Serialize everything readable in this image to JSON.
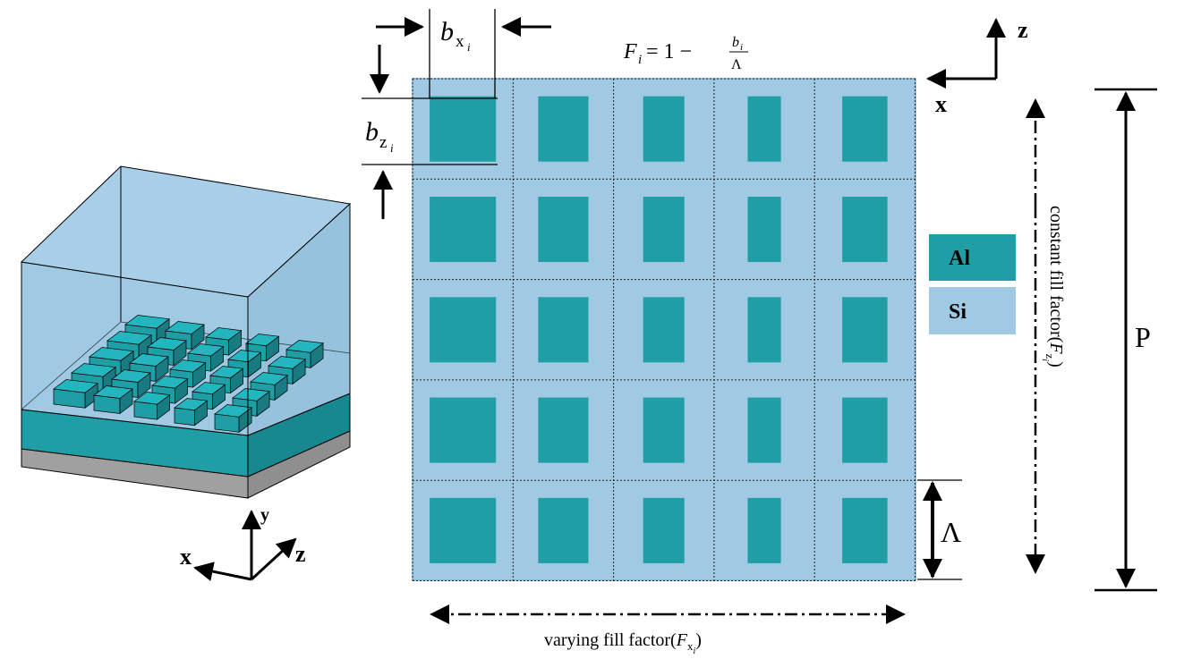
{
  "materials": {
    "metal": {
      "label": "Al",
      "color": "#1f9ea6"
    },
    "dielectric": {
      "label": "Si",
      "color": "#a0c9e3"
    }
  },
  "substrate_color": "#a0a0a0",
  "cell_rows": 5,
  "cell_cols": 5,
  "column_fill_factors": [
    0.66,
    0.5,
    0.41,
    0.33,
    0.45
  ],
  "row_fill_factor": 0.65,
  "labels": {
    "formula": {
      "lhs": "F",
      "sub": "i",
      "eq": " = 1 − ",
      "num": "b",
      "num_sub": "i",
      "den": "Λ"
    },
    "bx": {
      "base": "b",
      "sub": "x",
      "subsub": "i"
    },
    "bz": {
      "base": "b",
      "sub": "z",
      "subsub": "i"
    },
    "lambda": "Λ",
    "period": "P",
    "horizontal_caption": {
      "text": "varying fill factor(",
      "var": "F",
      "sub": "x",
      "subsub": "i",
      "close": ")"
    },
    "vertical_caption": {
      "text": "constant fill factor(",
      "var": "F",
      "sub": "z",
      "subsub": "i",
      "close": ")"
    }
  },
  "axes": {
    "top_right": {
      "x": "x",
      "z": "z"
    },
    "bottom_left": {
      "x": "x",
      "y": "y",
      "z": "z"
    }
  }
}
